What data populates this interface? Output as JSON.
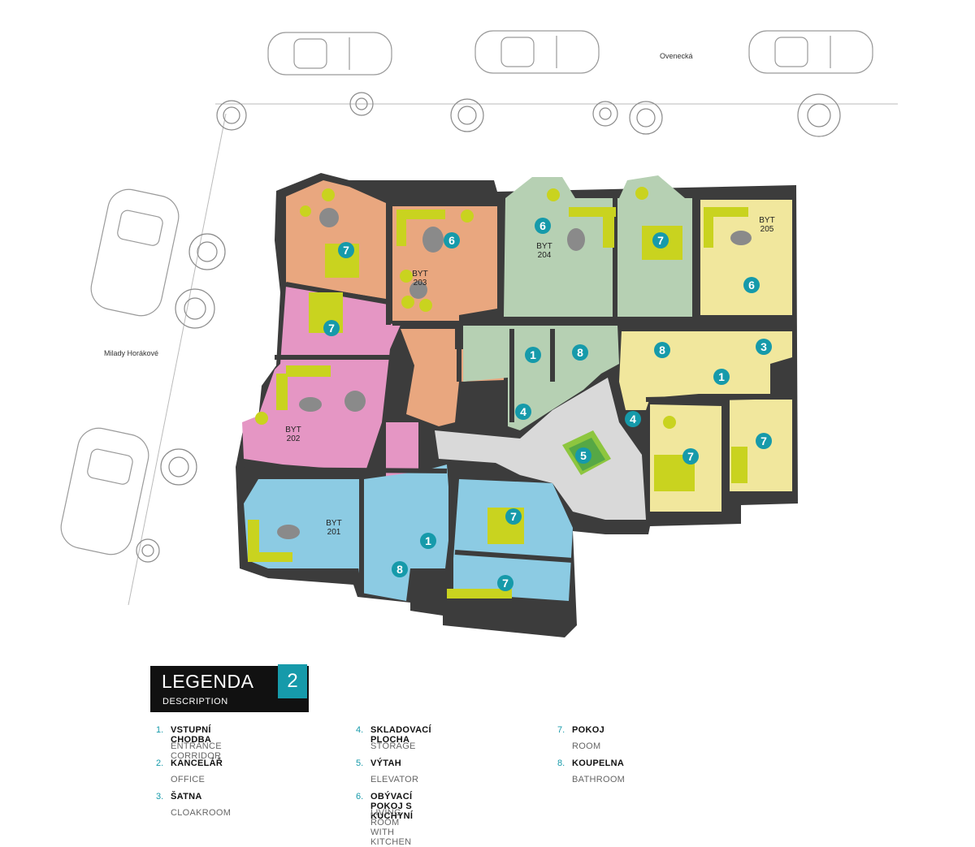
{
  "streets": {
    "top": "Ovenecká",
    "left": "Milady Horákové"
  },
  "apartments": [
    {
      "id": "byt-202",
      "line1": "BYT",
      "line2": "202"
    },
    {
      "id": "byt-203",
      "line1": "BYT",
      "line2": "203"
    },
    {
      "id": "byt-204",
      "line1": "BYT",
      "line2": "204"
    },
    {
      "id": "byt-205",
      "line1": "BYT",
      "line2": "205"
    },
    {
      "id": "byt-201",
      "line1": "BYT",
      "line2": "201"
    }
  ],
  "room_markers": [
    "7",
    "6",
    "6",
    "7",
    "6",
    "7",
    "1",
    "8",
    "8",
    "3",
    "1",
    "4",
    "4",
    "5",
    "7",
    "7",
    "7",
    "1",
    "8",
    "7"
  ],
  "colors": {
    "accent": "#169aaa",
    "orange": "#e9a77f",
    "pink": "#e596c4",
    "green": "#b6d0b3",
    "yellow": "#f1e79d",
    "blue": "#8ccbe3",
    "lime": "#c9d31f",
    "wall": "#3c3c3c",
    "stairs": "#d9d9d9"
  },
  "legend": {
    "title": "LEGENDA",
    "subtitle": "DESCRIPTION",
    "floor": "2",
    "items": [
      {
        "num": "1.",
        "cz": "VSTUPNÍ CHODBA",
        "en": "ENTRANCE CORRIDOR"
      },
      {
        "num": "2.",
        "cz": "KANCELÁŘ",
        "en": "OFFICE"
      },
      {
        "num": "3.",
        "cz": "ŠATNA",
        "en": "CLOAKROOM"
      },
      {
        "num": "4.",
        "cz": "SKLADOVACÍ PLOCHA",
        "en": "STORAGE"
      },
      {
        "num": "5.",
        "cz": "VÝTAH",
        "en": "ELEVATOR"
      },
      {
        "num": "6.",
        "cz": "OBÝVACÍ POKOJ S KUCHYNÍ",
        "en": "LIVING ROOM WITH KITCHEN"
      },
      {
        "num": "7.",
        "cz": "POKOJ",
        "en": "ROOM"
      },
      {
        "num": "8.",
        "cz": "KOUPELNA",
        "en": "BATHROOM"
      }
    ]
  }
}
